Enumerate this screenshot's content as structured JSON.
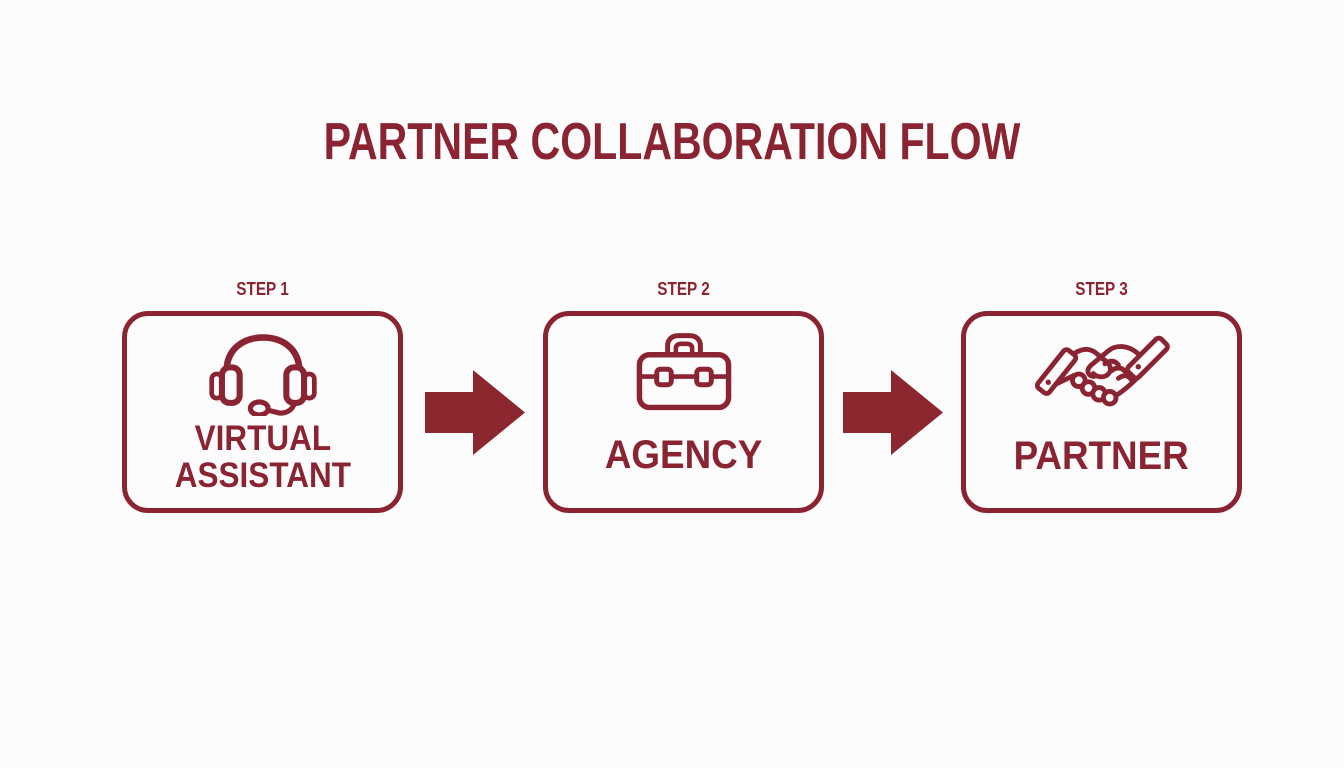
{
  "title": "PARTNER COLLABORATION FLOW",
  "colors": {
    "accent": "#8A2432",
    "arrow": "#8C262F",
    "background": "#FDFCFC"
  },
  "steps": [
    {
      "step_label": "STEP 1",
      "name": "VIRTUAL ASSISTANT",
      "name_lines": [
        "VIRTUAL",
        "ASSISTANT"
      ],
      "icon": "headset-icon"
    },
    {
      "step_label": "STEP 2",
      "name": "AGENCY",
      "name_lines": [
        "AGENCY"
      ],
      "icon": "briefcase-icon"
    },
    {
      "step_label": "STEP 3",
      "name": "PARTNER",
      "name_lines": [
        "PARTNER"
      ],
      "icon": "handshake-icon"
    }
  ],
  "connectors": [
    {
      "icon": "arrow-right-icon",
      "from": "VIRTUAL ASSISTANT",
      "to": "AGENCY"
    },
    {
      "icon": "arrow-right-icon",
      "from": "AGENCY",
      "to": "PARTNER"
    }
  ]
}
